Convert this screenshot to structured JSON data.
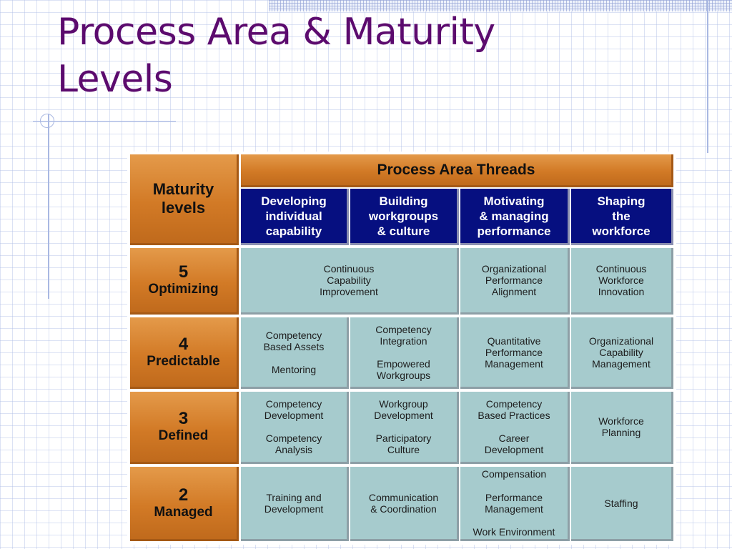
{
  "title": {
    "line1": "Process Area & Maturity",
    "line2": "Levels"
  },
  "table": {
    "corner": {
      "line1": "Maturity",
      "line2": "levels"
    },
    "threads_header": "Process Area Threads",
    "threads": [
      [
        "Developing",
        "individual",
        "capability"
      ],
      [
        "Building",
        "workgroups",
        "& culture"
      ],
      [
        "Motivating",
        "& managing",
        "performance"
      ],
      [
        "Shaping",
        "the",
        "workforce"
      ]
    ],
    "levels": [
      {
        "num": "5",
        "name": "Optimizing"
      },
      {
        "num": "4",
        "name": "Predictable"
      },
      {
        "num": "3",
        "name": "Defined"
      },
      {
        "num": "2",
        "name": "Managed"
      }
    ],
    "l5": {
      "c12": [
        "Continuous",
        "Capability",
        "Improvement"
      ],
      "c3": [
        "Organizational",
        "Performance",
        "Alignment"
      ],
      "c4": [
        "Continuous",
        "Workforce",
        "Innovation"
      ]
    },
    "l4": {
      "c1a": [
        "Competency",
        "Based Assets"
      ],
      "c1b": "Mentoring",
      "c2a": [
        "Competency",
        "Integration"
      ],
      "c2b": [
        "Empowered",
        "Workgroups"
      ],
      "c3": [
        "Quantitative",
        "Performance",
        "Management"
      ],
      "c4": [
        "Organizational",
        "Capability",
        "Management"
      ]
    },
    "l3": {
      "c1a": [
        "Competency",
        "Development"
      ],
      "c1b": [
        "Competency",
        "Analysis"
      ],
      "c2a": [
        "Workgroup",
        "Development"
      ],
      "c2b": [
        "Participatory",
        "Culture"
      ],
      "c3a": [
        "Competency",
        "Based Practices"
      ],
      "c3b": [
        "Career",
        "Development"
      ],
      "c4": [
        "Workforce",
        "Planning"
      ]
    },
    "l2": {
      "c1": [
        "Training and",
        "Development"
      ],
      "c2": [
        "Communication",
        "& Coordination"
      ],
      "c3a": "Compensation",
      "c3b": [
        "Performance",
        "Management"
      ],
      "c3c": "Work Environment",
      "c4": "Staffing"
    }
  }
}
